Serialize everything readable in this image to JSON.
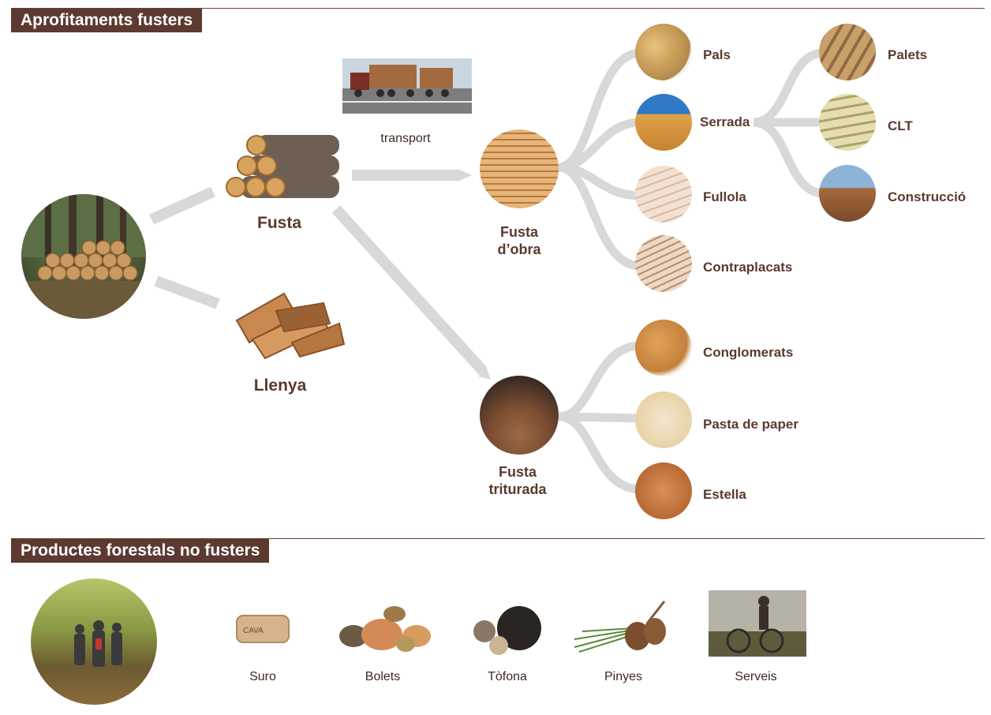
{
  "sections": {
    "wood": {
      "title": "Aprofitaments fusters"
    },
    "nonwood": {
      "title": "Productes forestals no fusters"
    }
  },
  "nodes": {
    "fusta": "Fusta",
    "llenya": "Llenya",
    "transport": "transport",
    "fusta_obra_1": "Fusta",
    "fusta_obra_2": "d’obra",
    "fusta_triturada_1": "Fusta",
    "fusta_triturada_2": "triturada"
  },
  "products_obra": [
    "Pals",
    "Serrada",
    "Fullola",
    "Contraplacats"
  ],
  "products_serrada": [
    "Palets",
    "CLT",
    "Construcció"
  ],
  "products_triturada": [
    "Conglomerats",
    "Pasta de paper",
    "Estella"
  ],
  "nonwood_items": [
    "Suro",
    "Bolets",
    "Tòfona",
    "Pinyes",
    "Serveis"
  ],
  "colors": {
    "accent": "#5c3a31",
    "connector": "#d8d8d8",
    "label": "#5a3a2e"
  }
}
